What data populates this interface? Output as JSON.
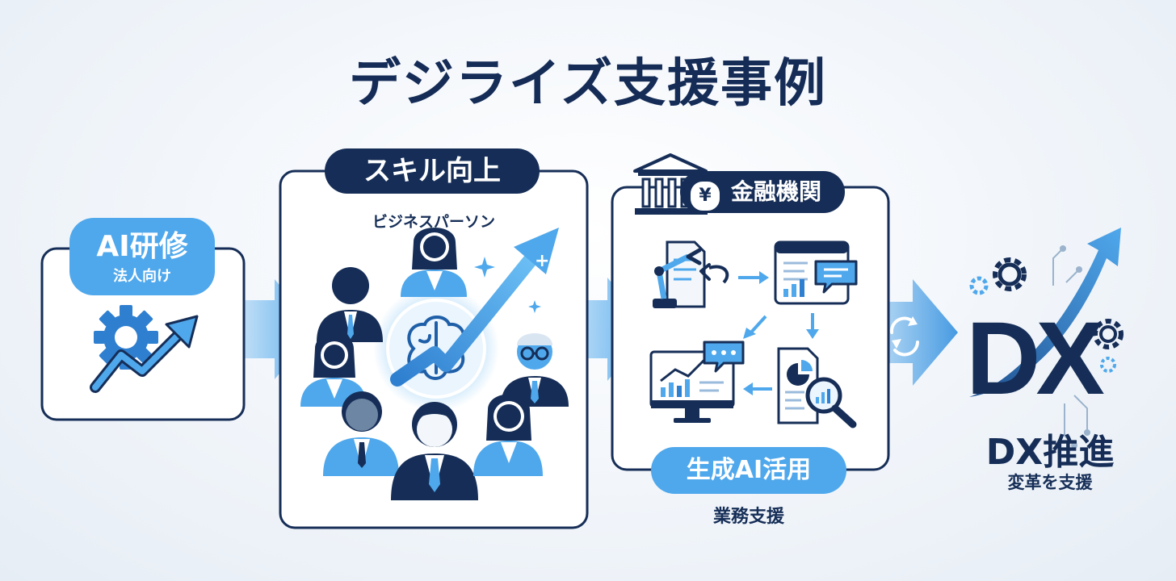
{
  "title": "デジライズ支援事例",
  "ai_training": {
    "label": "AI研修",
    "sublabel": "法人向け"
  },
  "skill_up": {
    "label": "スキル向上",
    "sublabel": "ビジネスパーソン"
  },
  "finance": {
    "label": "金融機関",
    "yen_symbol": "¥"
  },
  "genai": {
    "label": "生成AI活用",
    "sublabel": "業務支援"
  },
  "dx": {
    "logo": "DX",
    "label": "DX推進",
    "sublabel": "変革を支援"
  },
  "colors": {
    "navy": "#162e57",
    "accent_blue": "#4fa8ec",
    "light_blue": "#cfe6f9"
  }
}
